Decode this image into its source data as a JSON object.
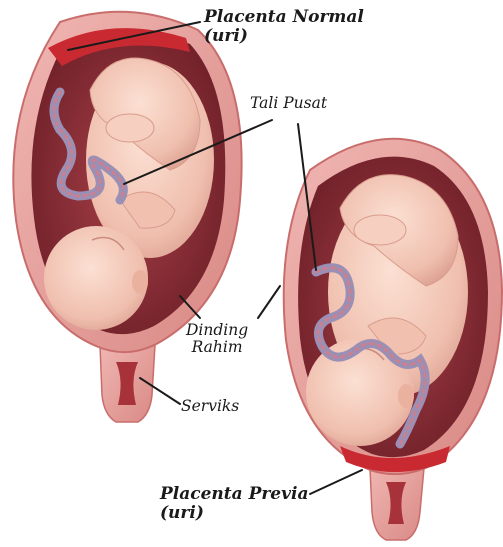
{
  "labels": {
    "placenta_normal": [
      "Placenta Normal",
      "(uri)"
    ],
    "tali_pusat": "Tali Pusat",
    "dinding_rahim": [
      "Dinding",
      "Rahim"
    ],
    "serviks": "Serviks",
    "placenta_previa": [
      "Placenta Previa",
      "(uri)"
    ]
  },
  "colors": {
    "uterus_wall": "#e8a3a0",
    "uterus_wall_edge": "#c96d6c",
    "uterus_inner": "#8b2f35",
    "placenta": "#c92a31",
    "fetus_skin": "#f3c7b6",
    "fetus_shadow": "#d99c8d",
    "cord": "#9a8fb5",
    "cord_stripe": "#c98090",
    "line": "#1a1a1a"
  }
}
